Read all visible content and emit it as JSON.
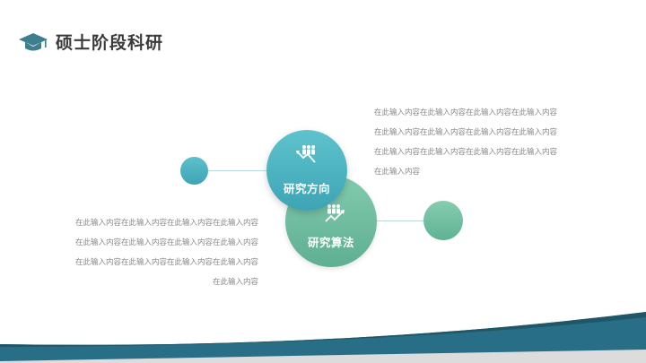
{
  "header": {
    "icon": "graduation-cap-icon",
    "title": "硕士阶段科研"
  },
  "colors": {
    "cyan": "#4fb4c2",
    "green": "#6dbd9f",
    "navy": "#286e87",
    "title": "#3a3a3a",
    "body_text": "#8a8a8a"
  },
  "nodes": [
    {
      "label": "研究方向",
      "icon": "team-growth-icon",
      "description": [
        "在此输入内容在此输入内容在此输入内容在此输入内容",
        "在此输入内容在此输入内容在此输入内容在此输入内容",
        "在此输入内容在此输入内容在此输入内容在此输入内容",
        "在此输入内容"
      ]
    },
    {
      "label": "研究算法",
      "icon": "team-growth-icon",
      "description": [
        "在此输入内容在此输入内容在此输入内容在此输入内容",
        "在此输入内容在此输入内容在此输入内容在此输入内容",
        "在此输入内容在此输入内容在此输入内容在此输入内容",
        "在此输入内容"
      ]
    }
  ]
}
